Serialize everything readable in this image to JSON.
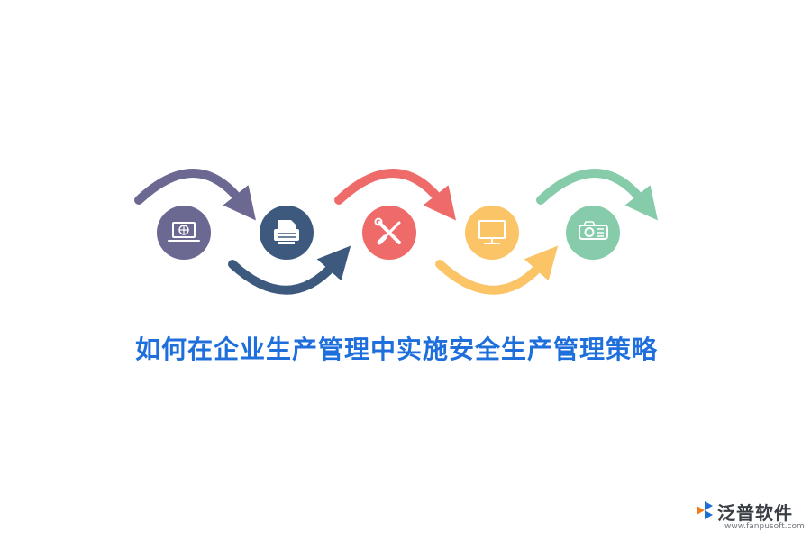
{
  "headline": "如何在企业生产管理中实施安全生产管理策略",
  "brand": {
    "name": "泛普软件",
    "url": "www.fanpusoft.com",
    "logo_icon": "fanpu-logo-icon",
    "colors": {
      "mark_blue": "#1a6fd1",
      "mark_orange": "#f07d1a"
    }
  },
  "steps": [
    {
      "icon": "laptop-globe-icon",
      "color": "#6b6892",
      "arrow_color": "#6b6892",
      "arrow": "over"
    },
    {
      "icon": "printer-icon",
      "color": "#3d5a7e",
      "arrow_color": "#3d5a7e",
      "arrow": "under"
    },
    {
      "icon": "wrench-screwdriver-icon",
      "color": "#ee6b6a",
      "arrow_color": "#ee6b6a",
      "arrow": "over"
    },
    {
      "icon": "monitor-icon",
      "color": "#fbc467",
      "arrow_color": "#fbc467",
      "arrow": "under"
    },
    {
      "icon": "projector-icon",
      "color": "#86ccaa",
      "arrow_color": "#86ccaa",
      "arrow": "over"
    }
  ]
}
